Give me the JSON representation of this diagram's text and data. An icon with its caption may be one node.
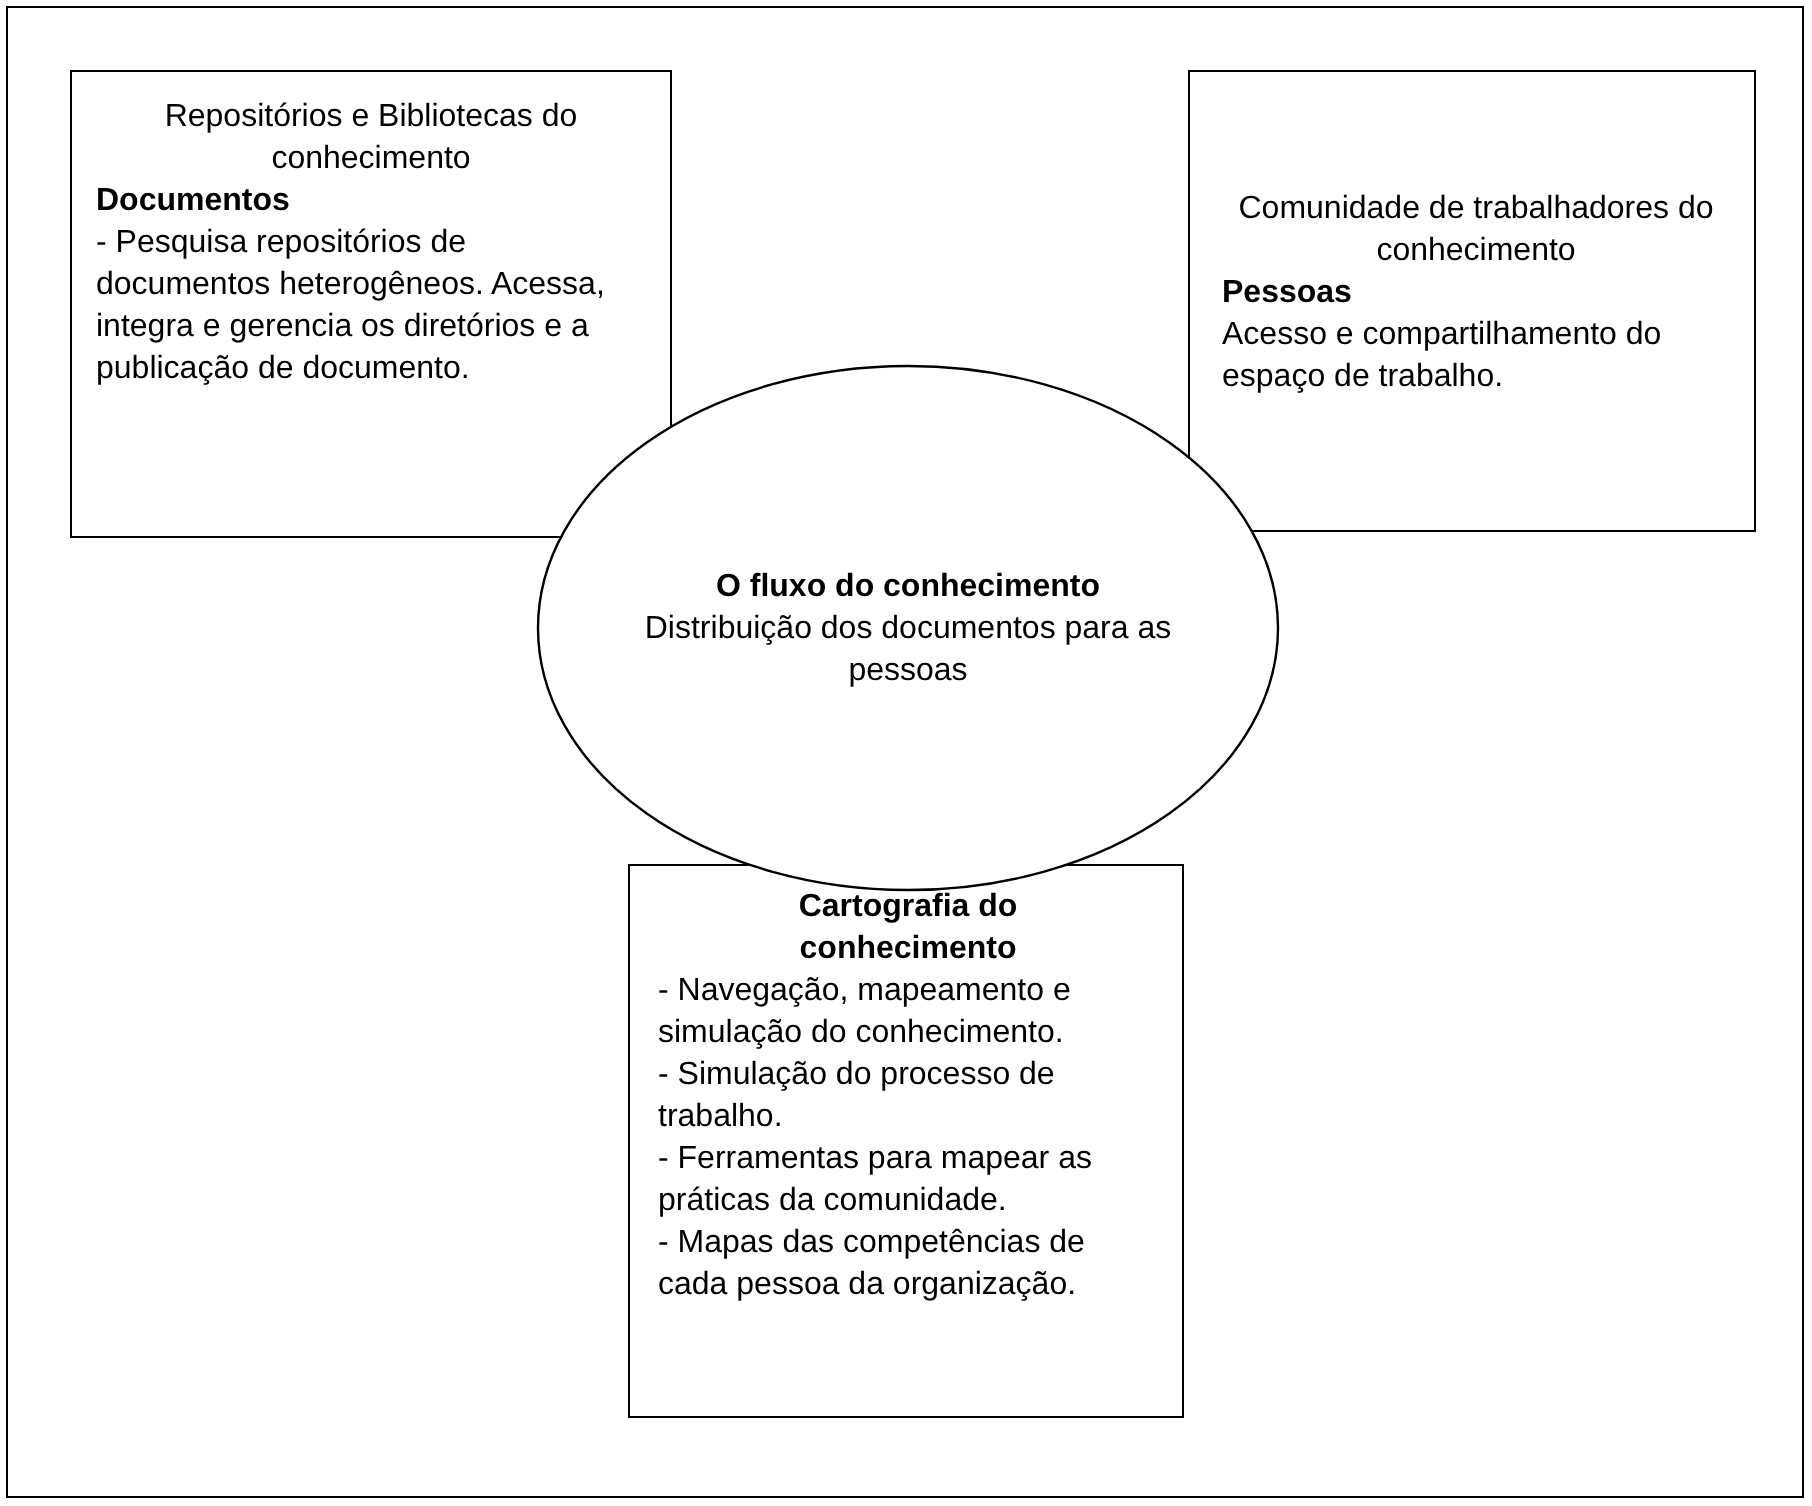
{
  "diagram": {
    "nodes": [
      {
        "text": [
          "Repositórios e Bibliotecas do conhecimento",
          "Documentos",
          "- Pesquisa repositórios de documentos heterogêneos. Acessa, integra e gerencia os diretórios e a publicação de documento."
        ]
      },
      {
        "text": [
          "Comunidade de trabalhadores do conhecimento",
          "Pessoas",
          "Acesso e compartilhamento do espaço de trabalho."
        ]
      },
      {
        "text": [
          "O fluxo do conhecimento",
          "Distribuição dos documentos para as pessoas"
        ]
      },
      {
        "text": [
          "Cartografia do conhecimento",
          "- Navegação, mapeamento e simulação do conhecimento.",
          "- Simulação do processo de trabalho.",
          "- Ferramentas para mapear as práticas da comunidade.",
          "- Mapas das competências de cada pessoa da organização."
        ]
      }
    ]
  }
}
